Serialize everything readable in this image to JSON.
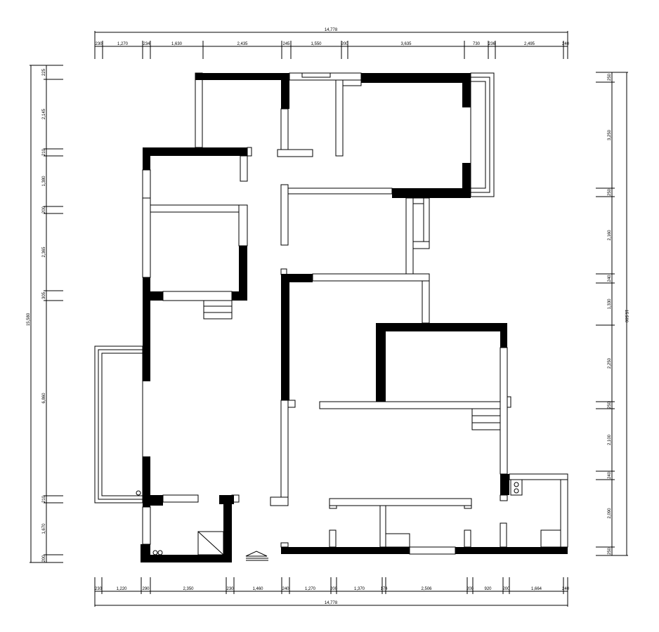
{
  "plan": {
    "total_width": "14,778",
    "total_depth": "15,580",
    "top_dims": [
      "230",
      "1,270",
      "234",
      "1,630",
      "2,435",
      "245",
      "1,550",
      "200",
      "3,635",
      "730",
      "236",
      "2,495",
      "240"
    ],
    "bottom_dims": [
      "230",
      "1,220",
      "290",
      "2,350",
      "230",
      "1,460",
      "240",
      "1,270",
      "200",
      "1,370",
      "174",
      "2,506",
      "200",
      "920",
      "200",
      "1,664",
      "240"
    ],
    "left_dims": [
      "225",
      "2,145",
      "210",
      "1,380",
      "200",
      "2,365",
      "305",
      "6,860",
      "210",
      "1,670",
      "200"
    ],
    "right_dims": [
      "250",
      "3,250",
      "250",
      "2,160",
      "240",
      "1,330",
      "2,250",
      "250",
      "2,100",
      "240",
      "2,090",
      "250"
    ]
  },
  "colors": {
    "wall": "#000000",
    "background": "#ffffff"
  }
}
